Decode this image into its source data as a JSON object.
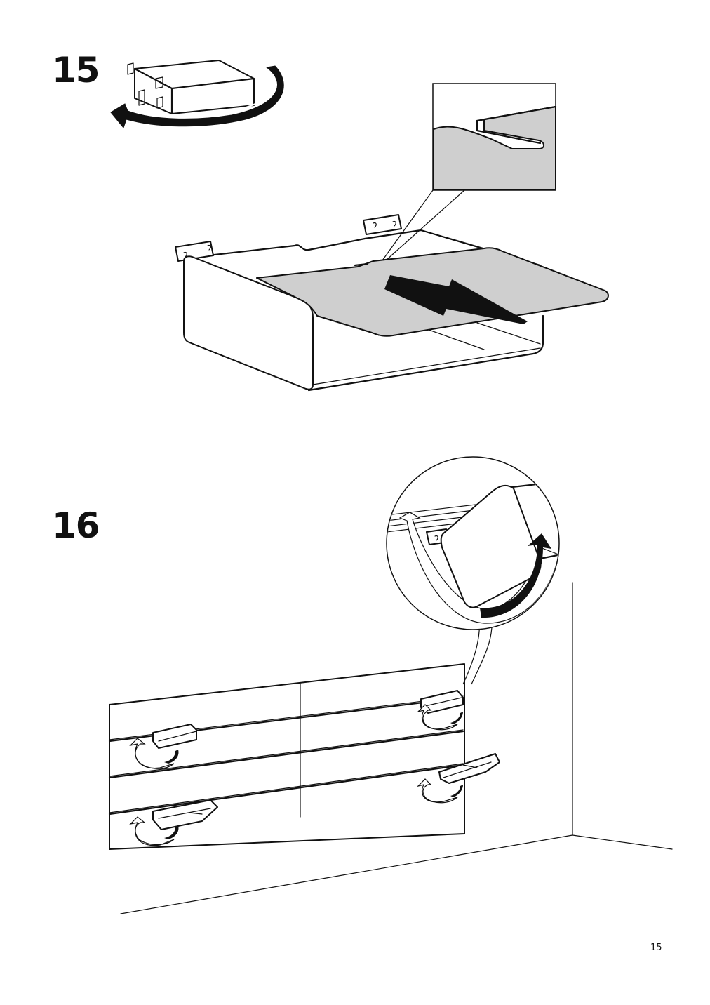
{
  "steps": [
    {
      "number": "15"
    },
    {
      "number": "16"
    }
  ],
  "page_number": "15",
  "icons": {
    "rotate": "rotate-arrow-icon",
    "push": "push-arrow-icon",
    "hook": "hook-arrow-icon"
  },
  "colors": {
    "line": "#111111",
    "panel_fill": "#cfcfcf",
    "background": "#ffffff"
  }
}
